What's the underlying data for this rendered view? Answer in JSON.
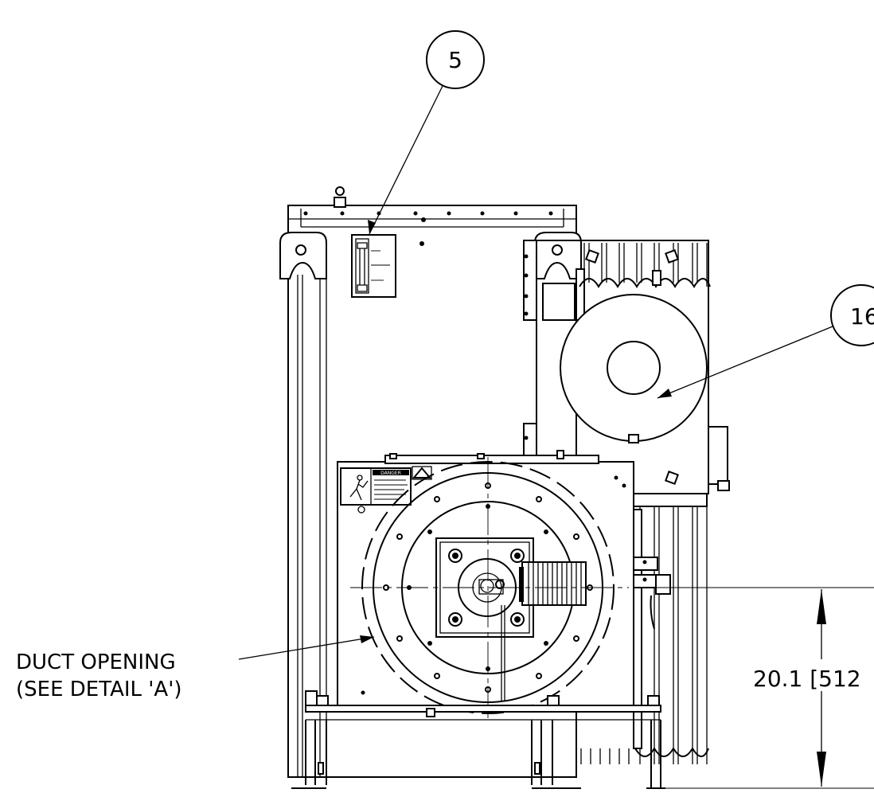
{
  "callouts": {
    "balloon_top": "5",
    "balloon_right": "16"
  },
  "labels": {
    "duct_line1": "DUCT OPENING",
    "duct_line2": "(SEE DETAIL 'A')",
    "dimension": "20.1 [512"
  },
  "warning_label": {
    "heading": "DANGER"
  }
}
